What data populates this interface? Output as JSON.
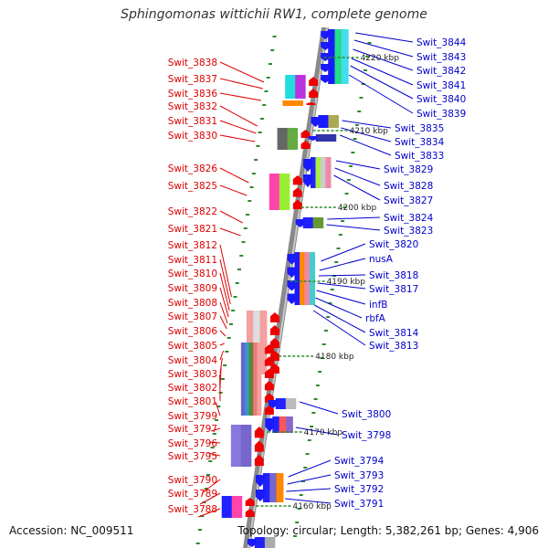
{
  "title": "Sphingomonas wittichii RW1, complete genome",
  "footer": {
    "accession": "Accession: NC_009511",
    "summary": "Topology: circular; Length: 5,382,261 bp; Genes: 4,906"
  },
  "colors": {
    "left_labels": "#dd0000",
    "right_labels": "#0000cc",
    "backbone": "#888888"
  },
  "kbp_labels": [
    "4220 kbp",
    "4210 kbp",
    "4200 kbp",
    "4190 kbp",
    "4180 kbp",
    "4170 kbp",
    "4160 kbp"
  ],
  "left_genes": [
    "Swit_3838",
    "Swit_3837",
    "Swit_3836",
    "Swit_3832",
    "Swit_3831",
    "Swit_3830",
    "Swit_3826",
    "Swit_3825",
    "Swit_3822",
    "Swit_3821",
    "Swit_3812",
    "Swit_3811",
    "Swit_3810",
    "Swit_3809",
    "Swit_3808",
    "Swit_3807",
    "Swit_3806",
    "Swit_3805",
    "Swit_3804",
    "Swit_3803",
    "Swit_3802",
    "Swit_3801",
    "Swit_3799",
    "Swit_3797",
    "Swit_3796",
    "Swit_3795",
    "Swit_3790",
    "Swit_3789",
    "Swit_3788"
  ],
  "right_genes": [
    "Swit_3844",
    "Swit_3843",
    "Swit_3842",
    "Swit_3841",
    "Swit_3840",
    "Swit_3839",
    "Swit_3835",
    "Swit_3834",
    "Swit_3833",
    "Swit_3829",
    "Swit_3828",
    "Swit_3827",
    "Swit_3824",
    "Swit_3823",
    "Swit_3820",
    "nusA",
    "Swit_3818",
    "Swit_3817",
    "infB",
    "rbfA",
    "Swit_3814",
    "Swit_3813",
    "Swit_3800",
    "Swit_3798",
    "Swit_3794",
    "Swit_3793",
    "Swit_3792",
    "Swit_3791"
  ]
}
